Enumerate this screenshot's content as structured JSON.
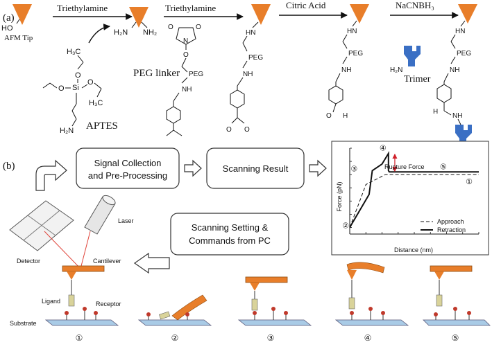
{
  "panel_a": {
    "label": "(a)",
    "tip_label": "AFM Tip",
    "ho_label": "HO",
    "amine1": "H₂N",
    "amine2": "NH₂",
    "steps": [
      "Triethylamine",
      "Triethylamine",
      "Citric Acid",
      "NaCNBH₃"
    ],
    "aptes": {
      "name": "APTES",
      "h3c_top": "H₃C",
      "h3c_bottom": "H₃C",
      "o1": "O",
      "o2": "O",
      "o3": "O",
      "si": "Si",
      "nh2": "H₂N"
    },
    "peg_linker": {
      "name": "PEG linker",
      "peg": "PEG",
      "nh": "NH",
      "n": "N",
      "o": "O",
      "o_left": "O",
      "o_right": "O"
    },
    "intermediate1": {
      "hn": "HN",
      "peg": "PEG",
      "nh": "NH",
      "o_left": "O",
      "o_right": "O"
    },
    "intermediate2": {
      "hn": "HN",
      "peg": "PEG",
      "nh": "NH",
      "o": "O",
      "h": "H"
    },
    "trimer": {
      "name": "Trimer",
      "nh2": "H₂N"
    },
    "product": {
      "hn": "HN",
      "peg": "PEG",
      "nh": "NH",
      "h": "H",
      "nh2": "NH"
    }
  },
  "panel_b": {
    "label": "(b)",
    "box_signal": [
      "Signal Collection",
      "and Pre-Processing"
    ],
    "box_scan": "Scanning Result",
    "box_setting": [
      "Scanning Setting &",
      "Commands from PC"
    ],
    "laser": "Laser",
    "detector": "Detector",
    "cantilever": "Cantilever",
    "ligand": "Ligand",
    "receptor": "Receptor",
    "substrate": "Substrate",
    "steps": [
      "①",
      "②",
      "③",
      "④",
      "⑤"
    ]
  },
  "chart_data": {
    "type": "line",
    "xlabel": "Distance (nm)",
    "ylabel": "Force (pN)",
    "annotation": "Rupture Force",
    "point_labels": [
      "②",
      "③",
      "④",
      "⑤",
      "①"
    ],
    "series": [
      {
        "name": "Approach",
        "style": "dashed",
        "x": [
          0,
          0.5,
          1.0,
          2.2,
          8.0
        ],
        "y": [
          0,
          3.2,
          6.5,
          8.0,
          8.0
        ]
      },
      {
        "name": "Retraction",
        "style": "solid",
        "x": [
          0,
          1.2,
          1.4,
          2.0,
          2.4,
          2.4,
          2.45,
          8.0
        ],
        "y": [
          0,
          5.0,
          8.6,
          9.6,
          11.2,
          8.6,
          8.4,
          8.4
        ]
      }
    ],
    "xlim": [
      0,
      8
    ],
    "ylim": [
      -1,
      12
    ],
    "legend": "bottom-right",
    "grid": false
  }
}
